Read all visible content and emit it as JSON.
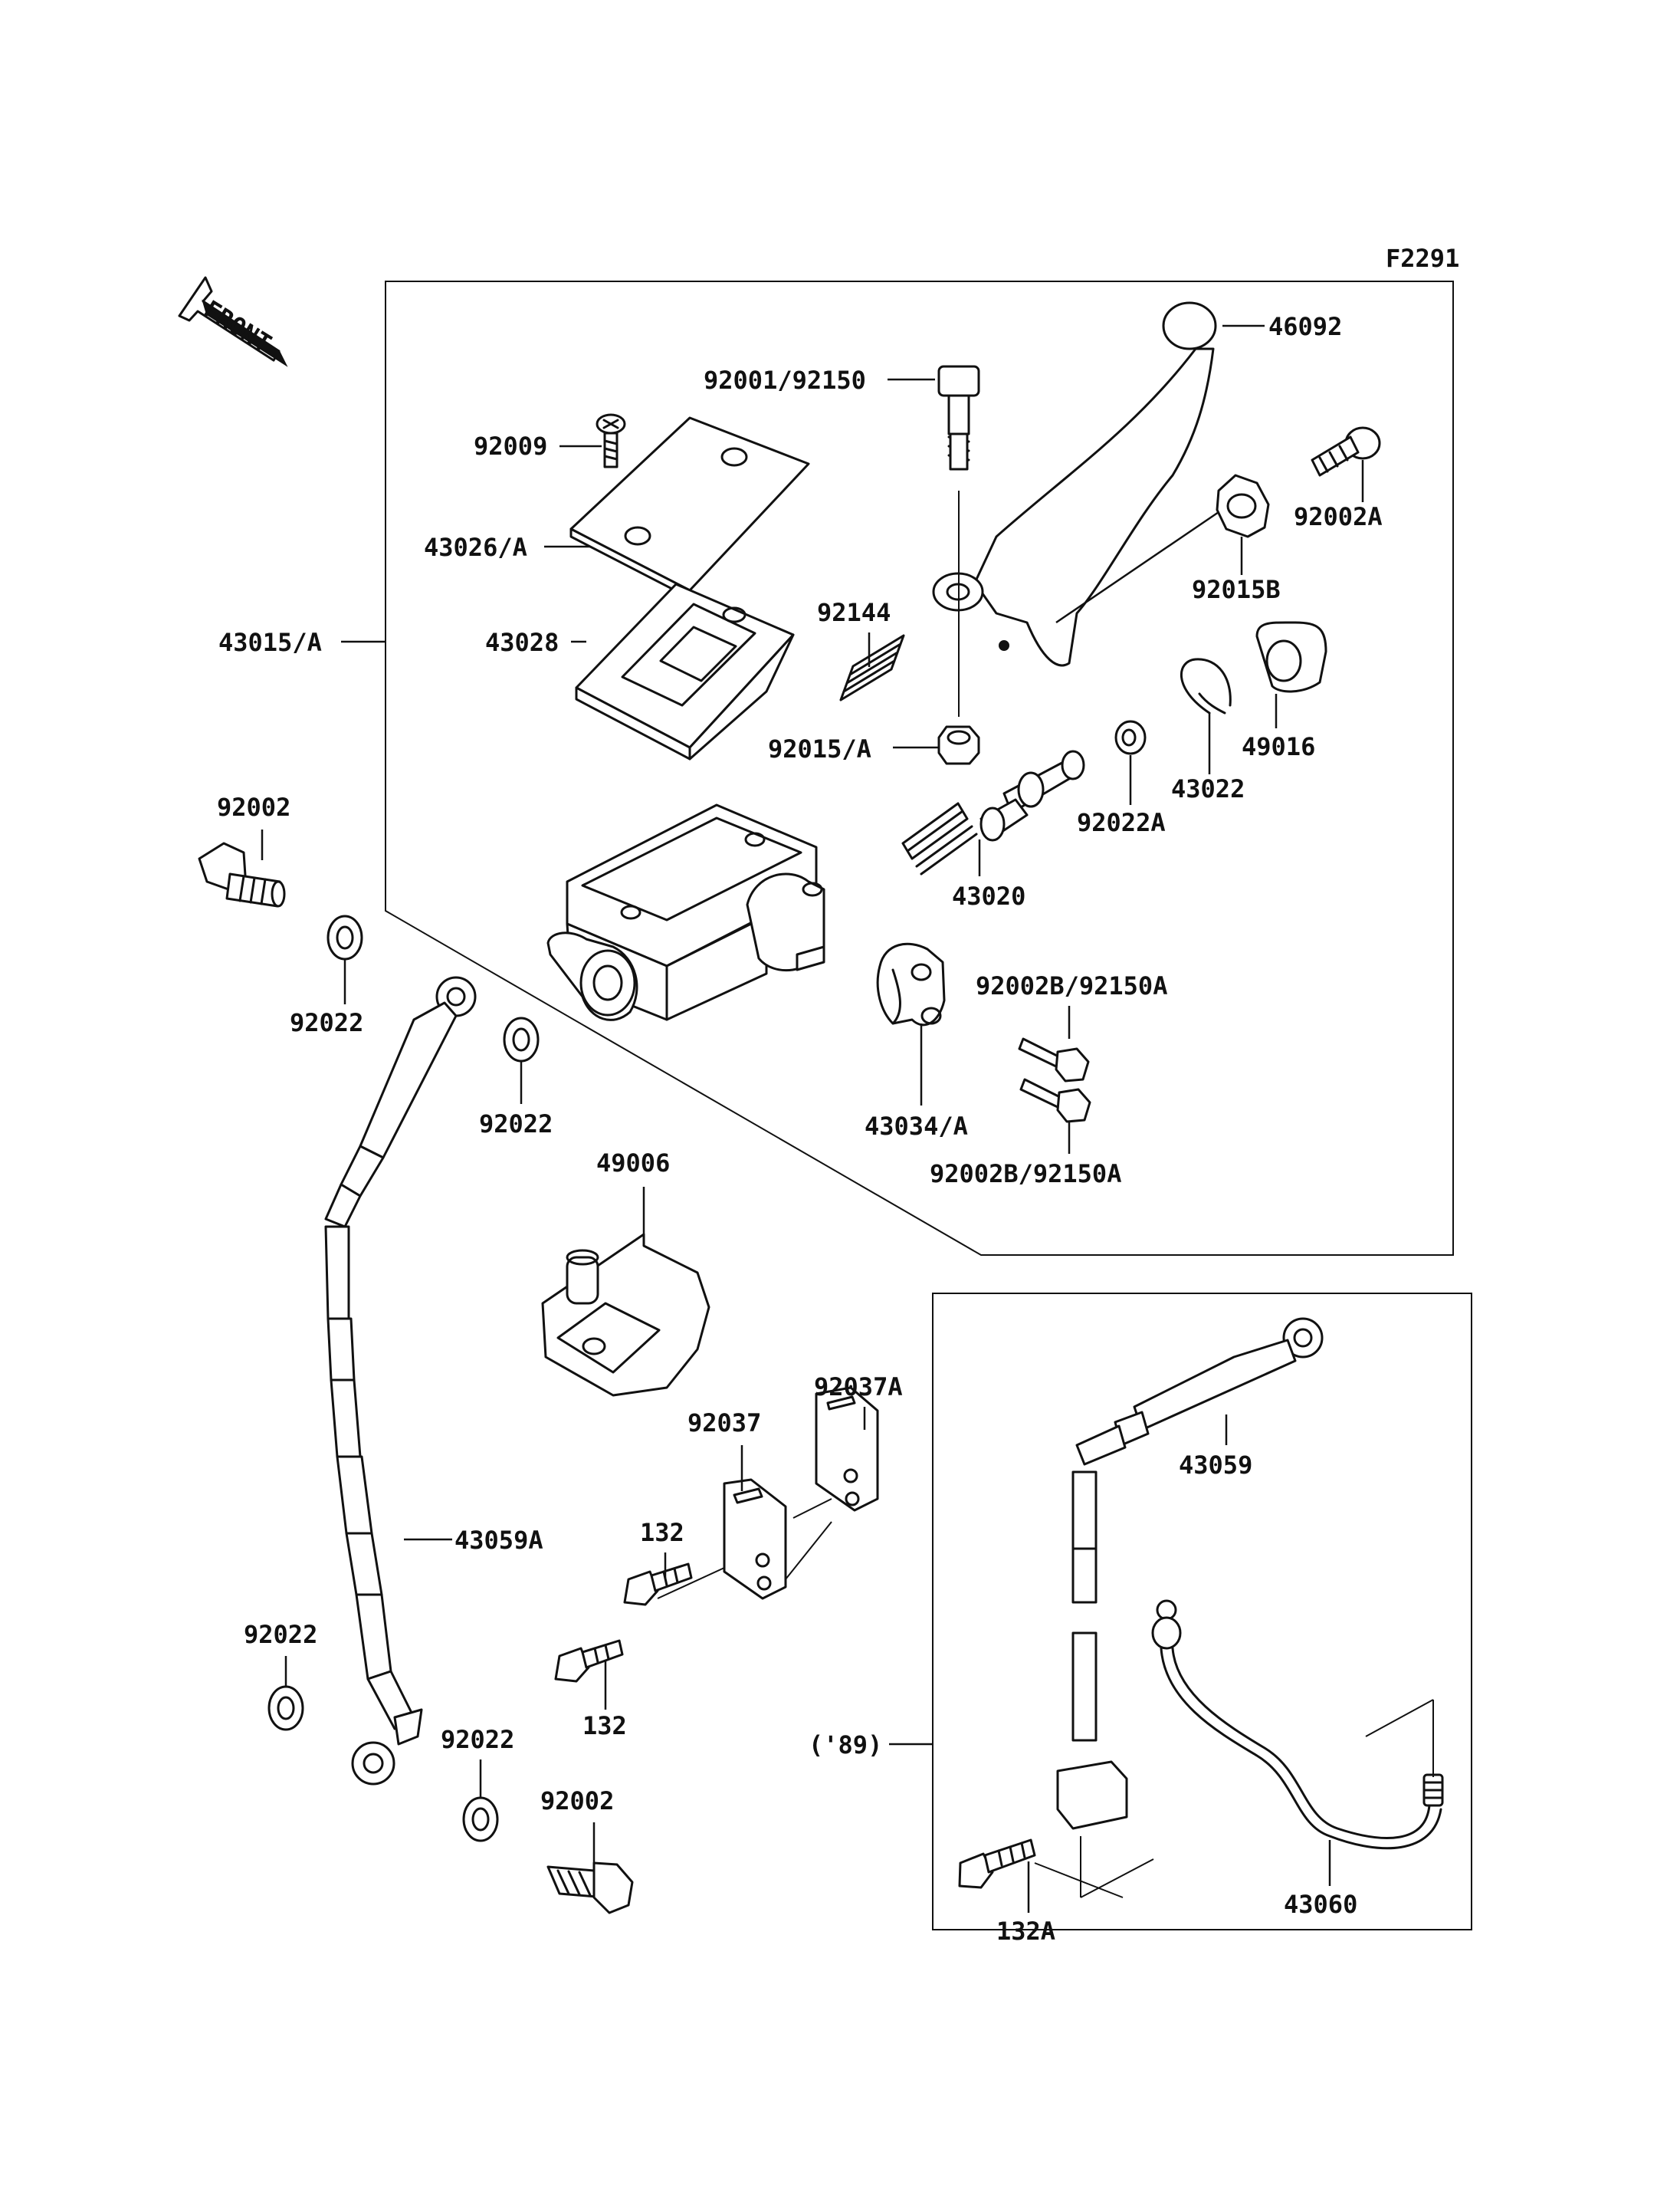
{
  "figure_code": "F2291",
  "front_arrow": "FRONT",
  "labels": {
    "l46092": "46092",
    "l92001": "92001/92150",
    "l92009": "92009",
    "l92002A": "92002A",
    "l43026": "43026/A",
    "l92015B": "92015B",
    "l92144": "92144",
    "l43015": "43015/A",
    "l43028": "43028",
    "l49016": "49016",
    "l92015A": "92015/A",
    "l43022": "43022",
    "l92022A": "92022A",
    "l92002": "92002",
    "l43020": "43020",
    "l92002B_1": "92002B/92150A",
    "l92022_1": "92022",
    "l43034": "43034/A",
    "l92022_2": "92022",
    "l92002B_2": "92002B/92150A",
    "l49006": "49006",
    "l92037A": "92037A",
    "l92037": "92037",
    "l43059": "43059",
    "l132_1": "132",
    "l43059A": "43059A",
    "l92022_3": "92022",
    "l132_2": "132",
    "l89": "('89)",
    "l92022_4": "92022",
    "l92002_2": "92002",
    "l43060": "43060",
    "l132A": "132A"
  }
}
